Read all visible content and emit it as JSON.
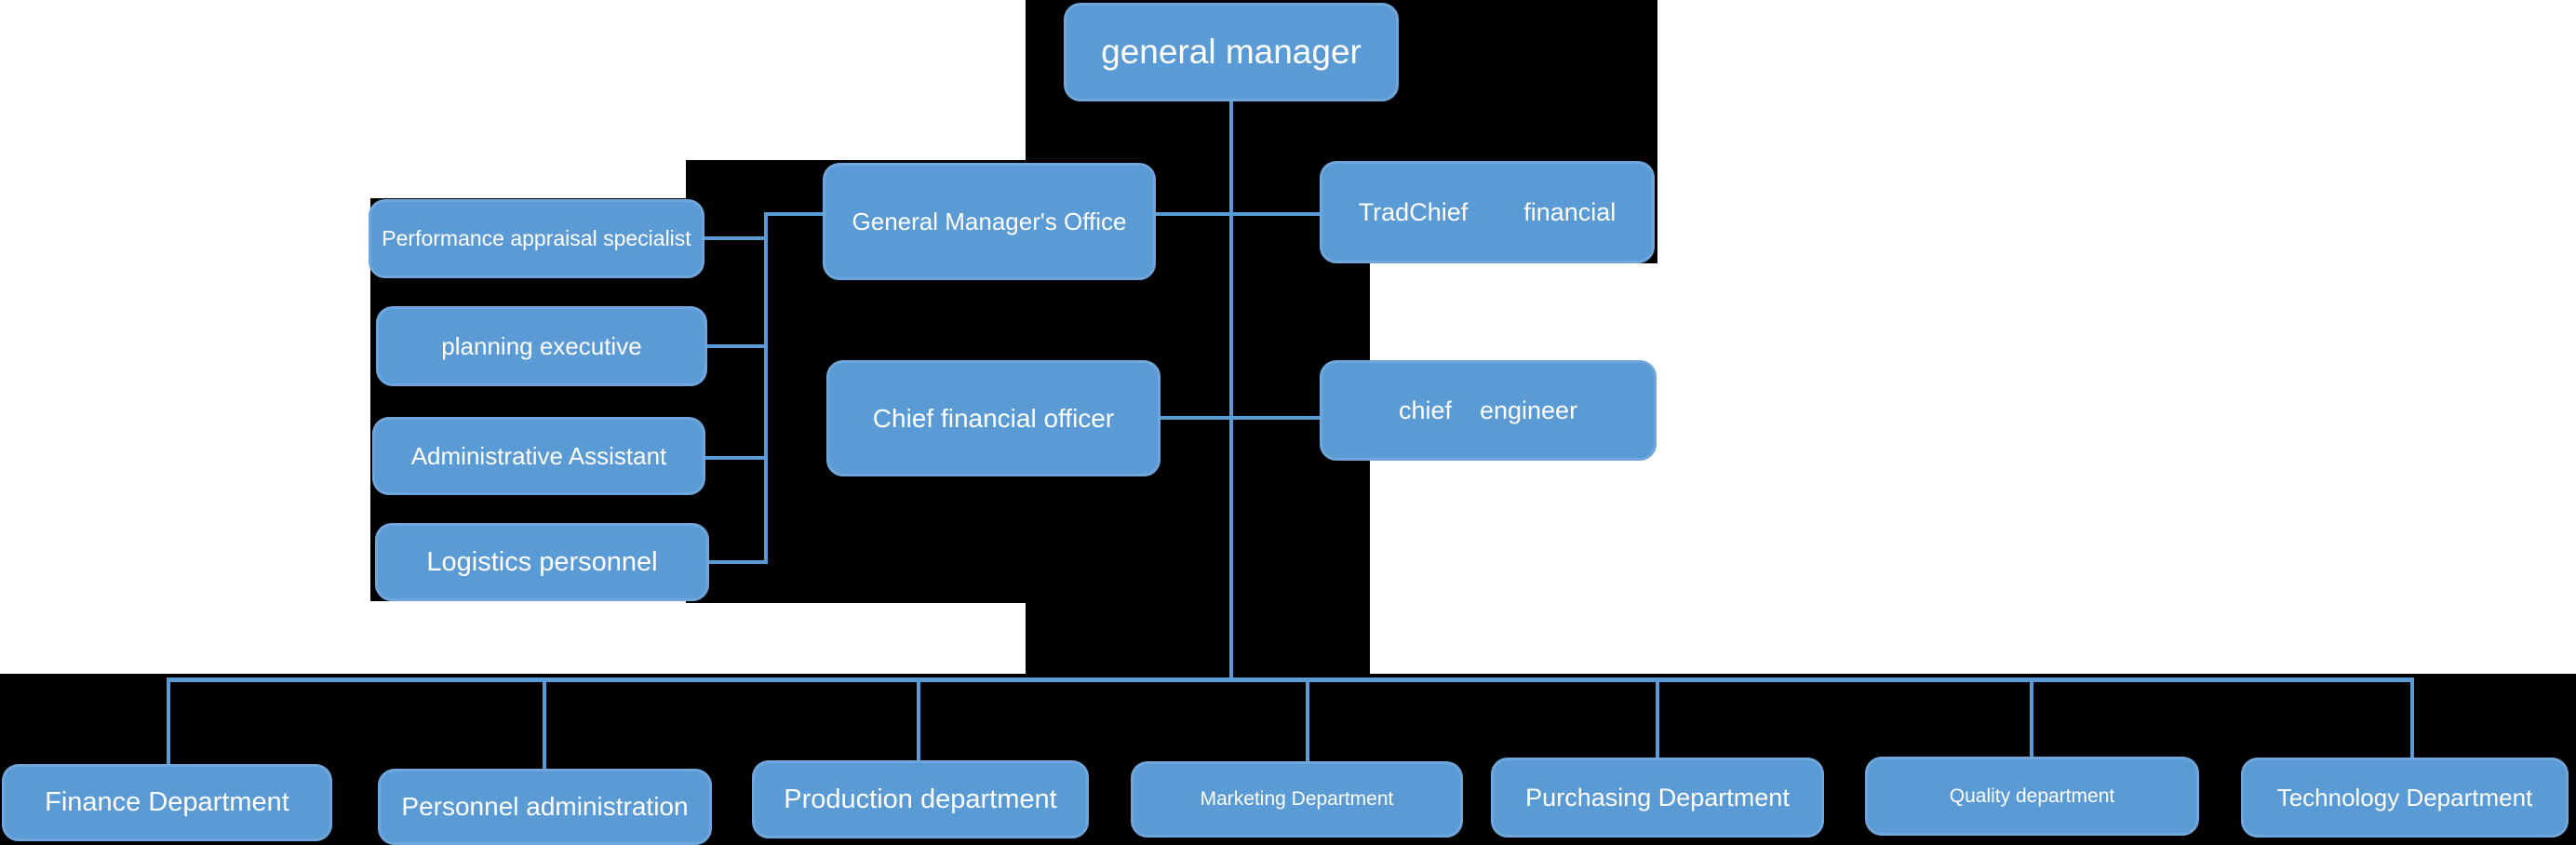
{
  "palette": {
    "node_fill": "#5b9bd5",
    "node_border": "#6fa7dc",
    "connector": "#5b9bd5",
    "background_black": "#000000",
    "page_background": "#ffffff",
    "text": "#ffffff"
  },
  "org_chart": {
    "nodes": {
      "general_manager": {
        "label": "general manager"
      },
      "gm_office": {
        "label": "General Manager's Office"
      },
      "trad_chief_financial": {
        "label": "TradChief        financial"
      },
      "cfo": {
        "label": "Chief financial officer"
      },
      "chief_engineer": {
        "label": "chief    engineer"
      },
      "performance": {
        "label": "Performance appraisal specialist"
      },
      "planning": {
        "label": "planning executive"
      },
      "admin_assistant": {
        "label": "Administrative Assistant"
      },
      "logistics": {
        "label": "Logistics personnel"
      },
      "finance": {
        "label": "Finance Department"
      },
      "personnel": {
        "label": "Personnel administration"
      },
      "production": {
        "label": "Production department"
      },
      "marketing": {
        "label": "Marketing Department"
      },
      "purchasing": {
        "label": "Purchasing Department"
      },
      "quality": {
        "label": "Quality department"
      },
      "technology": {
        "label": "Technology Department"
      }
    },
    "edges": [
      {
        "from": "general_manager",
        "to": "gm_office"
      },
      {
        "from": "general_manager",
        "to": "trad_chief_financial"
      },
      {
        "from": "general_manager",
        "to": "cfo"
      },
      {
        "from": "general_manager",
        "to": "chief_engineer"
      },
      {
        "from": "gm_office",
        "to": "performance"
      },
      {
        "from": "gm_office",
        "to": "planning"
      },
      {
        "from": "gm_office",
        "to": "admin_assistant"
      },
      {
        "from": "gm_office",
        "to": "logistics"
      },
      {
        "from": "general_manager",
        "to": "finance"
      },
      {
        "from": "general_manager",
        "to": "personnel"
      },
      {
        "from": "general_manager",
        "to": "production"
      },
      {
        "from": "general_manager",
        "to": "marketing"
      },
      {
        "from": "general_manager",
        "to": "purchasing"
      },
      {
        "from": "general_manager",
        "to": "quality"
      },
      {
        "from": "general_manager",
        "to": "technology"
      }
    ]
  }
}
